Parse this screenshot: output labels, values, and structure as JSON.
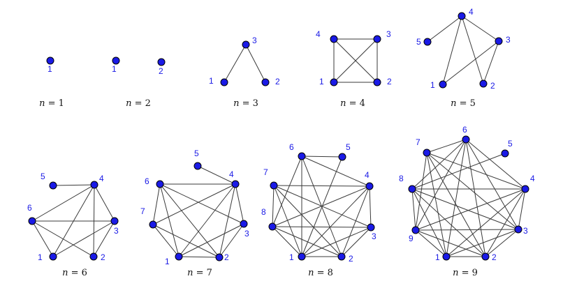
{
  "graphs": [
    {
      "caption": "n = 1",
      "vertices": [
        "1"
      ],
      "edges": []
    },
    {
      "caption": "n = 2",
      "vertices": [
        "1",
        "2"
      ],
      "edges": []
    },
    {
      "caption": "n = 3",
      "vertices": [
        "1",
        "2",
        "3"
      ],
      "edges": [
        [
          "1",
          "3"
        ],
        [
          "2",
          "3"
        ]
      ]
    },
    {
      "caption": "n = 4",
      "vertices": [
        "1",
        "2",
        "3",
        "4"
      ],
      "edges": [
        [
          "1",
          "4"
        ],
        [
          "4",
          "3"
        ],
        [
          "3",
          "2"
        ],
        [
          "1",
          "2"
        ],
        [
          "1",
          "3"
        ],
        [
          "2",
          "4"
        ]
      ]
    },
    {
      "caption": "n = 5",
      "vertices": [
        "1",
        "2",
        "3",
        "4",
        "5"
      ],
      "edges": [
        [
          "5",
          "4"
        ],
        [
          "4",
          "1"
        ],
        [
          "4",
          "2"
        ],
        [
          "4",
          "3"
        ],
        [
          "3",
          "1"
        ],
        [
          "3",
          "2"
        ]
      ]
    },
    {
      "caption": "n = 6",
      "vertices": [
        "1",
        "2",
        "3",
        "4",
        "5",
        "6"
      ],
      "edges": [
        [
          "5",
          "4"
        ],
        [
          "6",
          "4"
        ],
        [
          "6",
          "3"
        ],
        [
          "6",
          "2"
        ],
        [
          "6",
          "1"
        ],
        [
          "1",
          "4"
        ],
        [
          "1",
          "3"
        ],
        [
          "2",
          "4"
        ],
        [
          "2",
          "3"
        ],
        [
          "3",
          "4"
        ]
      ]
    },
    {
      "caption": "n = 7",
      "vertices": [
        "1",
        "2",
        "3",
        "4",
        "5",
        "6",
        "7"
      ],
      "edges": [
        [
          "5",
          "4"
        ],
        [
          "6",
          "4"
        ],
        [
          "6",
          "1"
        ],
        [
          "6",
          "2"
        ],
        [
          "6",
          "3"
        ],
        [
          "7",
          "4"
        ],
        [
          "7",
          "6"
        ],
        [
          "7",
          "1"
        ],
        [
          "7",
          "2"
        ],
        [
          "1",
          "4"
        ],
        [
          "1",
          "3"
        ],
        [
          "2",
          "4"
        ],
        [
          "2",
          "3"
        ],
        [
          "3",
          "4"
        ],
        [
          "1",
          "2"
        ]
      ]
    },
    {
      "caption": "n = 8",
      "vertices": [
        "1",
        "2",
        "3",
        "4",
        "5",
        "6",
        "7",
        "8"
      ],
      "edges": [
        [
          "6",
          "5"
        ],
        [
          "6",
          "4"
        ],
        [
          "6",
          "1"
        ],
        [
          "6",
          "2"
        ],
        [
          "6",
          "8"
        ],
        [
          "5",
          "1"
        ],
        [
          "4",
          "7"
        ],
        [
          "4",
          "8"
        ],
        [
          "4",
          "1"
        ],
        [
          "4",
          "2"
        ],
        [
          "4",
          "3"
        ],
        [
          "7",
          "1"
        ],
        [
          "7",
          "8"
        ],
        [
          "7",
          "2"
        ],
        [
          "7",
          "3"
        ],
        [
          "8",
          "1"
        ],
        [
          "8",
          "2"
        ],
        [
          "8",
          "3"
        ],
        [
          "1",
          "3"
        ],
        [
          "2",
          "3"
        ],
        [
          "1",
          "2"
        ]
      ]
    },
    {
      "caption": "n = 9",
      "vertices": [
        "1",
        "2",
        "3",
        "4",
        "5",
        "6",
        "7",
        "8",
        "9"
      ],
      "edges": [
        [
          "6",
          "7"
        ],
        [
          "6",
          "4"
        ],
        [
          "6",
          "1"
        ],
        [
          "6",
          "2"
        ],
        [
          "6",
          "8"
        ],
        [
          "6",
          "9"
        ],
        [
          "5",
          "8"
        ],
        [
          "7",
          "4"
        ],
        [
          "7",
          "2"
        ],
        [
          "7",
          "3"
        ],
        [
          "7",
          "9"
        ],
        [
          "7",
          "1"
        ],
        [
          "8",
          "4"
        ],
        [
          "8",
          "3"
        ],
        [
          "8",
          "2"
        ],
        [
          "8",
          "1"
        ],
        [
          "8",
          "9"
        ],
        [
          "4",
          "9"
        ],
        [
          "4",
          "1"
        ],
        [
          "4",
          "2"
        ],
        [
          "4",
          "3"
        ],
        [
          "9",
          "1"
        ],
        [
          "9",
          "2"
        ],
        [
          "9",
          "3"
        ],
        [
          "1",
          "3"
        ],
        [
          "2",
          "3"
        ],
        [
          "1",
          "2"
        ],
        [
          "6",
          "3"
        ]
      ]
    }
  ],
  "colors": {
    "node": "#1a1ae6",
    "label": "#1a1ae6",
    "edge": "#3a3a3a"
  }
}
